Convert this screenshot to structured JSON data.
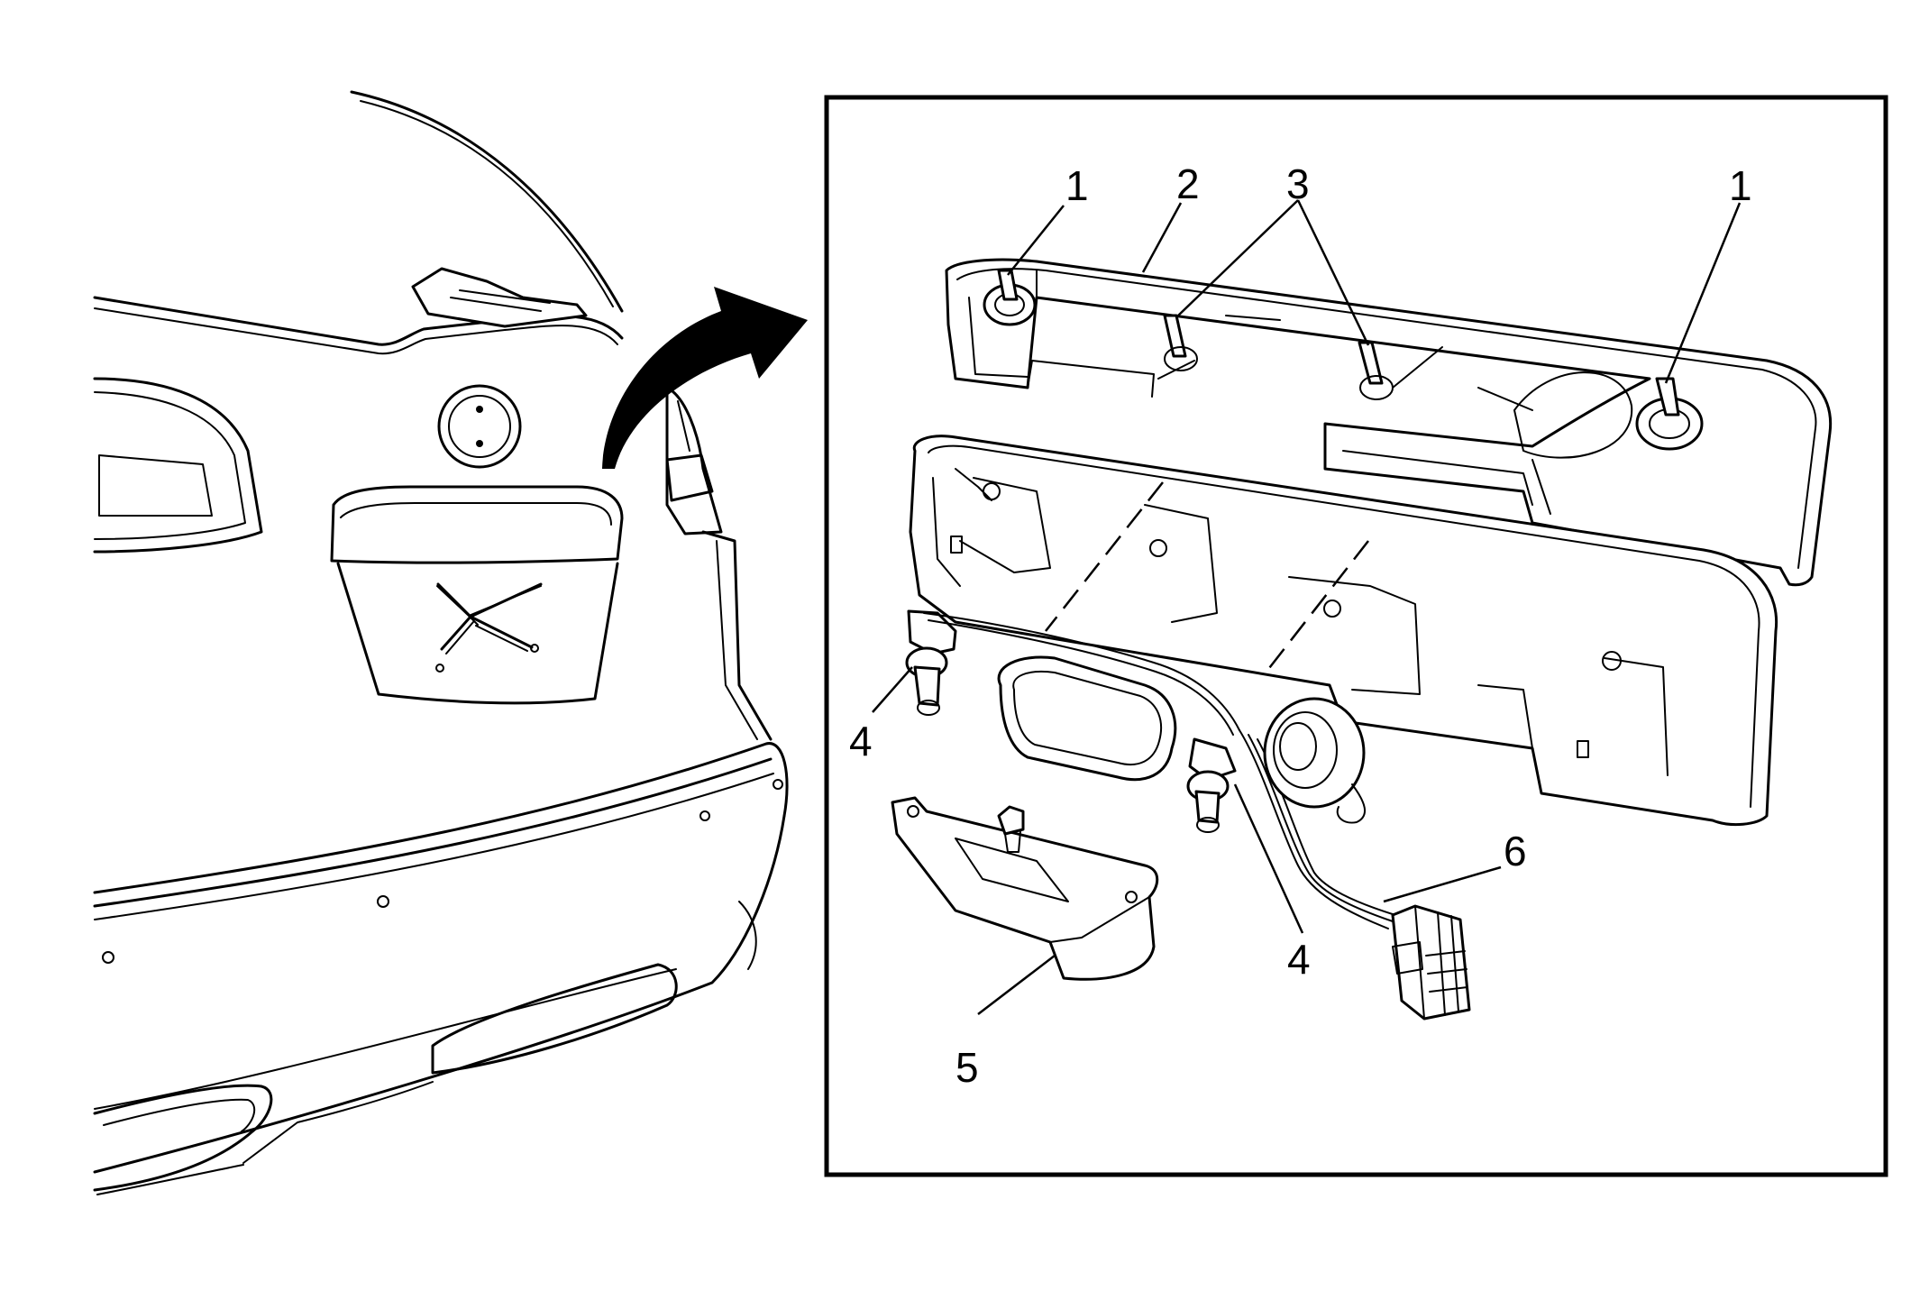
{
  "diagram": {
    "callouts": [
      {
        "id": "c1a",
        "text": "1"
      },
      {
        "id": "c2",
        "text": "2"
      },
      {
        "id": "c3",
        "text": "3"
      },
      {
        "id": "c1b",
        "text": "1"
      },
      {
        "id": "c4a",
        "text": "4"
      },
      {
        "id": "c4b",
        "text": "4"
      },
      {
        "id": "c5",
        "text": "5"
      },
      {
        "id": "c6",
        "text": "6"
      }
    ]
  }
}
